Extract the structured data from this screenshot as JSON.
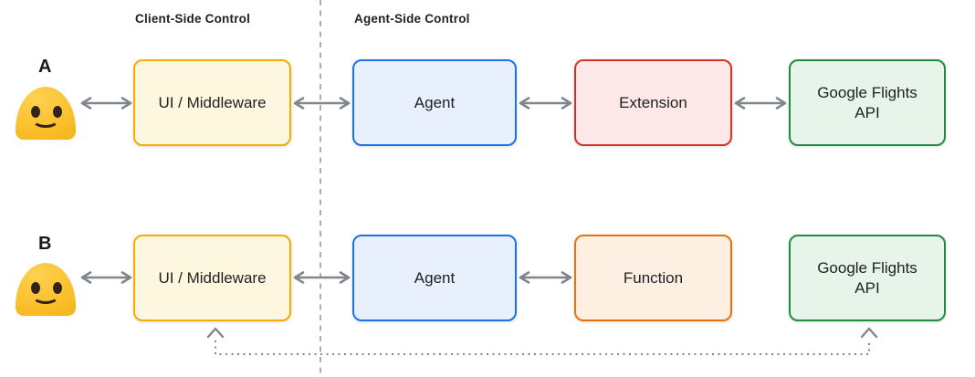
{
  "zones": {
    "left_label": "Client-Side Control",
    "right_label": "Agent-Side Control"
  },
  "rows": [
    {
      "label": "A",
      "user_icon": "blob-smiley-emoji",
      "boxes": [
        {
          "label": "UI / Middleware",
          "theme": "yellow"
        },
        {
          "label": "Agent",
          "theme": "blue"
        },
        {
          "label": "Extension",
          "theme": "red"
        },
        {
          "label": "Google Flights\nAPI",
          "theme": "green"
        }
      ],
      "connections": [
        "user to ui-middleware (bidirectional arrow)",
        "ui-middleware to agent (bidirectional arrow)",
        "agent to extension (bidirectional arrow)",
        "extension to google-flights-api (bidirectional arrow)"
      ]
    },
    {
      "label": "B",
      "user_icon": "blob-smiley-emoji",
      "boxes": [
        {
          "label": "UI / Middleware",
          "theme": "yellow"
        },
        {
          "label": "Agent",
          "theme": "blue"
        },
        {
          "label": "Function",
          "theme": "orange"
        },
        {
          "label": "Google Flights\nAPI",
          "theme": "green"
        }
      ],
      "connections": [
        "user to ui-middleware (bidirectional arrow)",
        "ui-middleware to agent (bidirectional arrow)",
        "agent to function (bidirectional arrow)",
        "dotted feedback path under row linking ui-middleware and google-flights-api with up arrowheads at both ends"
      ]
    }
  ],
  "colors": {
    "yellow_border": "#F9AB00",
    "yellow_fill": "#FEF7E0",
    "blue_border": "#1A73E8",
    "blue_fill": "#E8F0FE",
    "red_border": "#D93025",
    "red_fill": "#FCE8E6",
    "green_border": "#1E8E3E",
    "green_fill": "#E6F4EA",
    "orange_border": "#E8710A",
    "orange_fill": "#FEEFE3",
    "connector_gray": "#80868B",
    "divider_gray": "#9AA0A6",
    "text": "#202124",
    "emoji_yellow": "#FBC02D"
  }
}
